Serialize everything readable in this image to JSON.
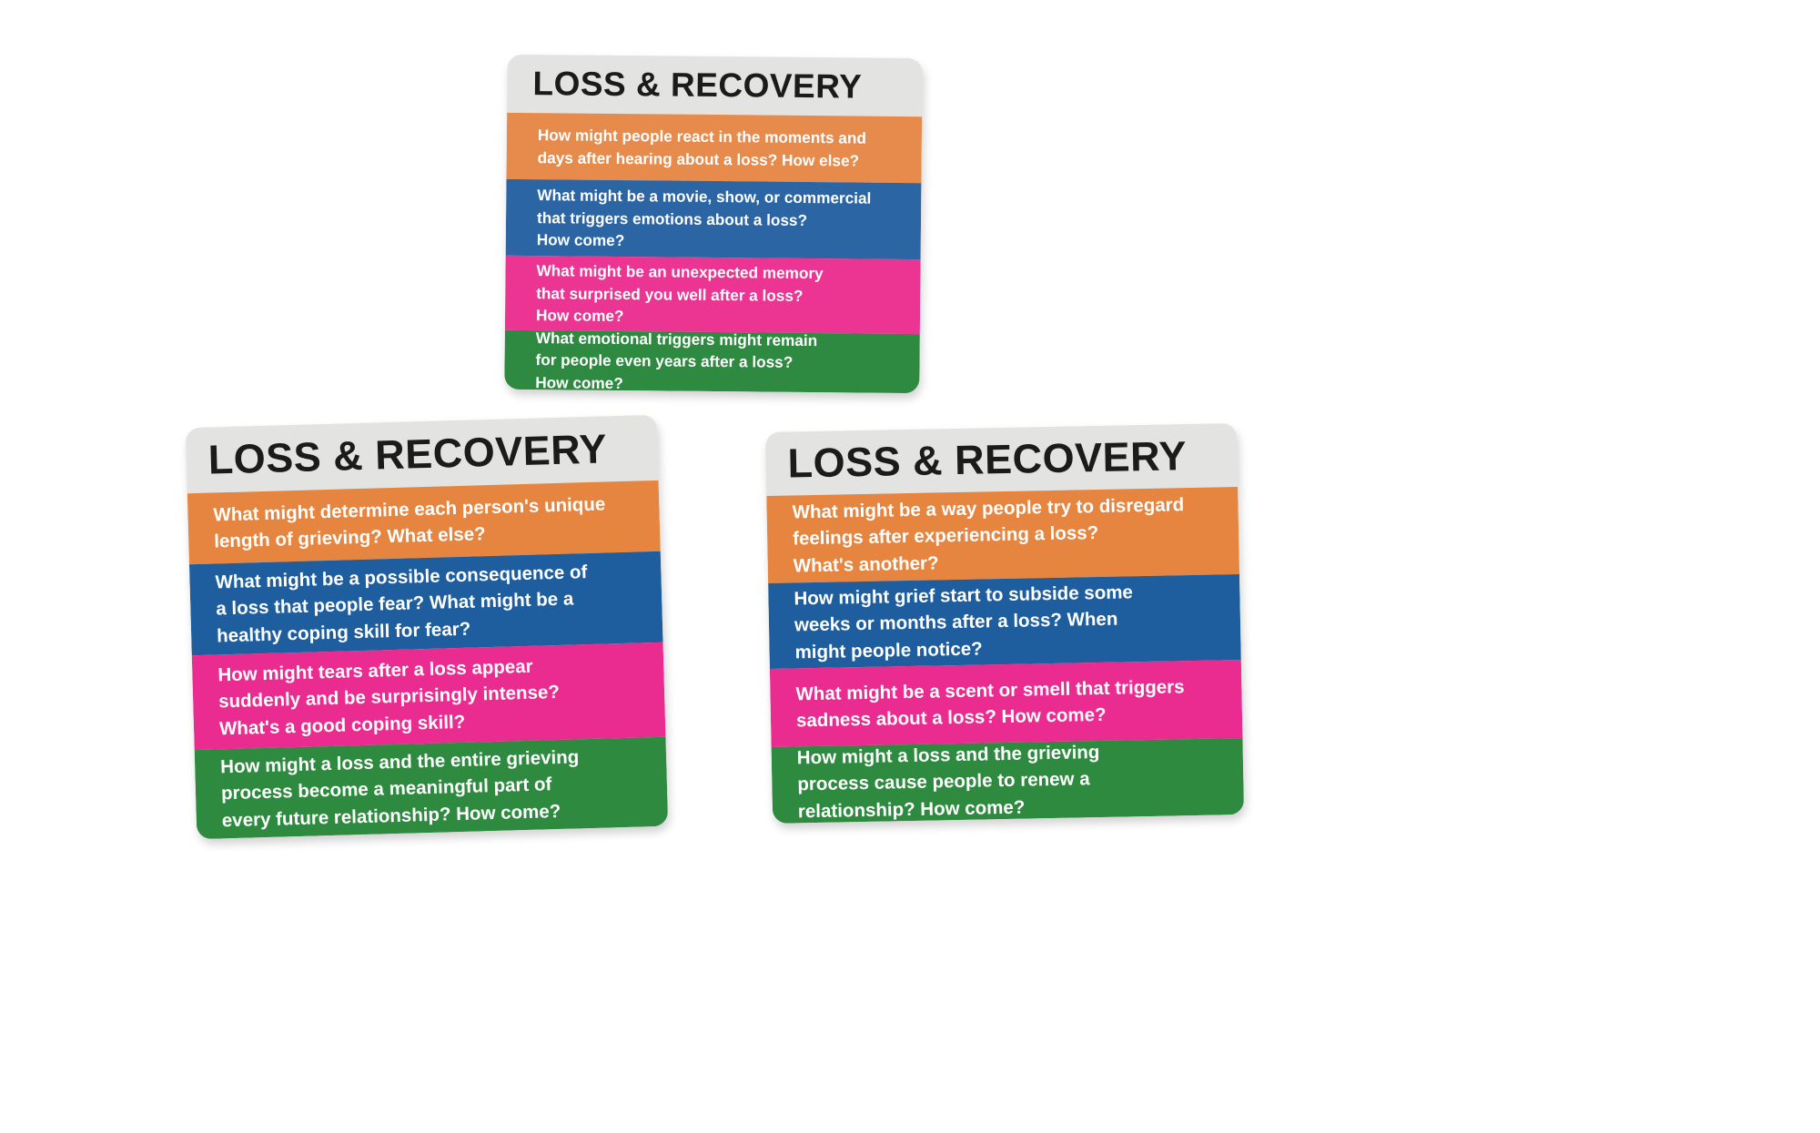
{
  "scene": {
    "background_color": "#ffffff",
    "description": "Three printed discussion cards photographed on a white background"
  },
  "palette": {
    "title_bar": "#e3e3e1",
    "title_text": "#1b1b1b",
    "orange": "#e5853f",
    "blue": "#1e5e9e",
    "pink": "#ea2c90",
    "green": "#2d8a3e",
    "band_text": "#ffffff"
  },
  "cards": [
    {
      "id": "card-top",
      "title": "LOSS & RECOVERY",
      "bands": [
        {
          "color_name": "orange",
          "color": "#e68b4c",
          "text": "How might people react in the moments and\ndays after hearing about a loss? How else?"
        },
        {
          "color_name": "blue",
          "color": "#2b65a4",
          "text": "What might be a movie, show, or commercial\nthat triggers emotions about a loss?\nHow come?"
        },
        {
          "color_name": "pink",
          "color": "#ec3493",
          "text": "What might be an unexpected memory\nthat surprised you well after a loss?\nHow come?"
        },
        {
          "color_name": "green",
          "color": "#2e8a40",
          "text": "What emotional triggers might remain\nfor people even years after a loss?\nHow come?"
        }
      ]
    },
    {
      "id": "card-left",
      "title": "LOSS & RECOVERY",
      "bands": [
        {
          "color_name": "orange",
          "color": "#e5853f",
          "text": "What might determine each person's unique\nlength of grieving? What else?"
        },
        {
          "color_name": "blue",
          "color": "#1e5e9e",
          "text": "What might be a possible consequence of\na loss that people fear? What might be a\nhealthy coping skill for fear?"
        },
        {
          "color_name": "pink",
          "color": "#ea2c90",
          "text": "How might tears after a loss appear\nsuddenly and be surprisingly intense?\nWhat's a good coping skill?"
        },
        {
          "color_name": "green",
          "color": "#2d8a3e",
          "text": "How might a loss and the entire grieving\nprocess become a meaningful part of\nevery future relationship? How come?"
        }
      ]
    },
    {
      "id": "card-right",
      "title": "LOSS & RECOVERY",
      "bands": [
        {
          "color_name": "orange",
          "color": "#e5853f",
          "text": "What might be a way people try to disregard\nfeelings after experiencing a loss?\nWhat's another?"
        },
        {
          "color_name": "blue",
          "color": "#1e5e9e",
          "text": "How might grief start to subside some\nweeks or months after a loss? When\nmight people notice?"
        },
        {
          "color_name": "pink",
          "color": "#ea2c90",
          "text": "What might be a scent or smell that triggers\nsadness about a loss? How come?"
        },
        {
          "color_name": "green",
          "color": "#2d8a3e",
          "text": "How might a loss and the grieving\nprocess cause people to renew a\nrelationship? How come?"
        }
      ]
    }
  ]
}
